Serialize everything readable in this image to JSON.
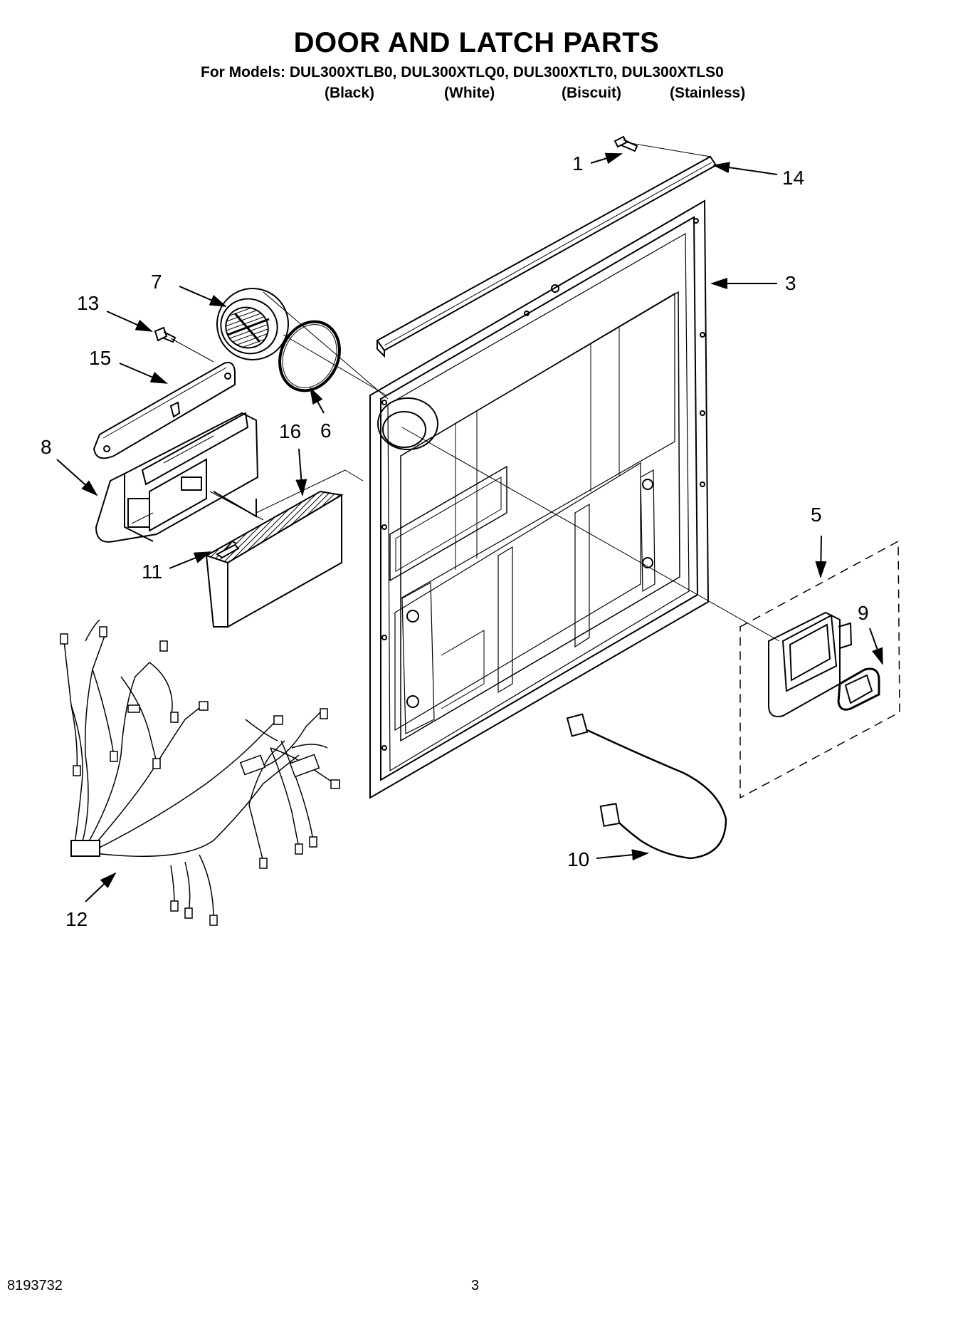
{
  "title": "DOOR AND LATCH PARTS",
  "models_line": "For Models: DUL300XTLB0, DUL300XTLQ0, DUL300XTLT0, DUL300XTLS0",
  "colors": [
    "(Black)",
    "(White)",
    "(Biscuit)",
    "(Stainless)"
  ],
  "callouts": [
    "1",
    "14",
    "3",
    "7",
    "13",
    "6",
    "15",
    "16",
    "8",
    "5",
    "11",
    "9",
    "10",
    "12"
  ],
  "footer": {
    "doc_number": "8193732",
    "page_number": "3"
  }
}
